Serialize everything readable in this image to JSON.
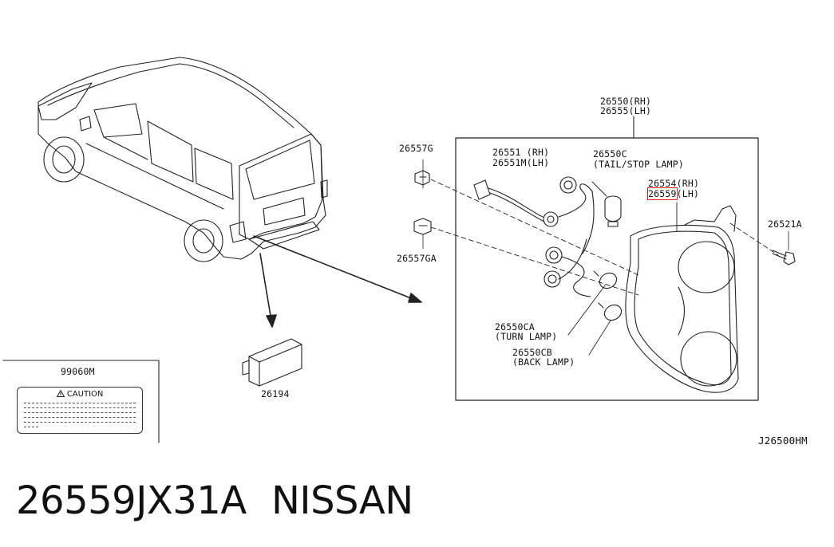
{
  "diagram": {
    "part_labels": {
      "housing_rh": "26550(RH)",
      "housing_lh": "26555(LH)",
      "clip_g": "26557G",
      "clip_ga": "26557GA",
      "harness_rh": "26551 (RH)",
      "harness_lh": "26551M(LH)",
      "bulb_tail": "26550C",
      "bulb_tail_desc": "(TAIL/STOP LAMP)",
      "lens_rh": "26554(RH)",
      "lens_lh_num": "26559",
      "lens_lh_side": "(LH)",
      "bolt": "26521A",
      "bulb_turn": "26550CA",
      "bulb_turn_desc": "(TURN LAMP)",
      "bulb_back": "26550CB",
      "bulb_back_desc": "(BACK LAMP)",
      "license_lamp": "26194",
      "caution_label": "99060M",
      "diagram_code": "J26500HM"
    },
    "caution_title": "CAUTION",
    "highlighted_part": "26559"
  },
  "footer": {
    "part_number": "26559JX31A",
    "brand": "NISSAN"
  },
  "icons": {
    "warning": "warning-triangle-icon"
  }
}
